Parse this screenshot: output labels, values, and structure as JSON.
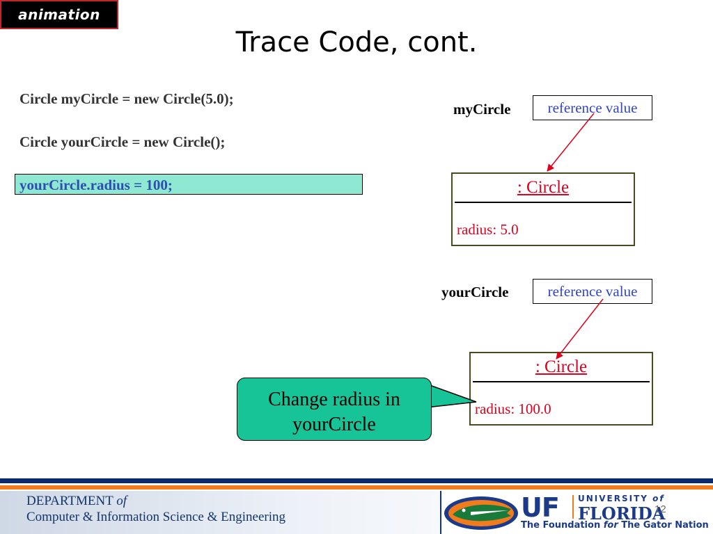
{
  "badge": "animation",
  "title": "Trace Code, cont.",
  "code": {
    "line1": "Circle myCircle = new Circle(5.0);",
    "line2": "Circle yourCircle = new Circle();",
    "line3": "yourCircle.radius = 100;"
  },
  "diagram": {
    "my": {
      "var": "myCircle",
      "ref": "reference value",
      "class": ": Circle",
      "field": "radius: 5.0"
    },
    "your": {
      "var": "yourCircle",
      "ref": "reference value",
      "class": ": Circle",
      "field": "radius: 100.0"
    }
  },
  "callout": {
    "line1": "Change radius in",
    "line2": "yourCircle"
  },
  "footer": {
    "dept_line1": "DEPARTMENT",
    "dept_of": "of",
    "dept_line2": "Computer & Information Science & Engineering",
    "uf": "UF",
    "university": "UNIVERSITY",
    "uni_of": "of",
    "florida": "FLORIDA",
    "tagline_a": "The Foundation",
    "tagline_for": "for",
    "tagline_b": "The Gator Nation"
  },
  "page_number": "12",
  "colors": {
    "accent_red": "#e0001b",
    "ref_blue": "#3344cc",
    "highlight": "#8fe8d2",
    "callout": "#17c497",
    "uf_blue": "#1b3b8a",
    "uf_orange": "#f27b1e"
  }
}
